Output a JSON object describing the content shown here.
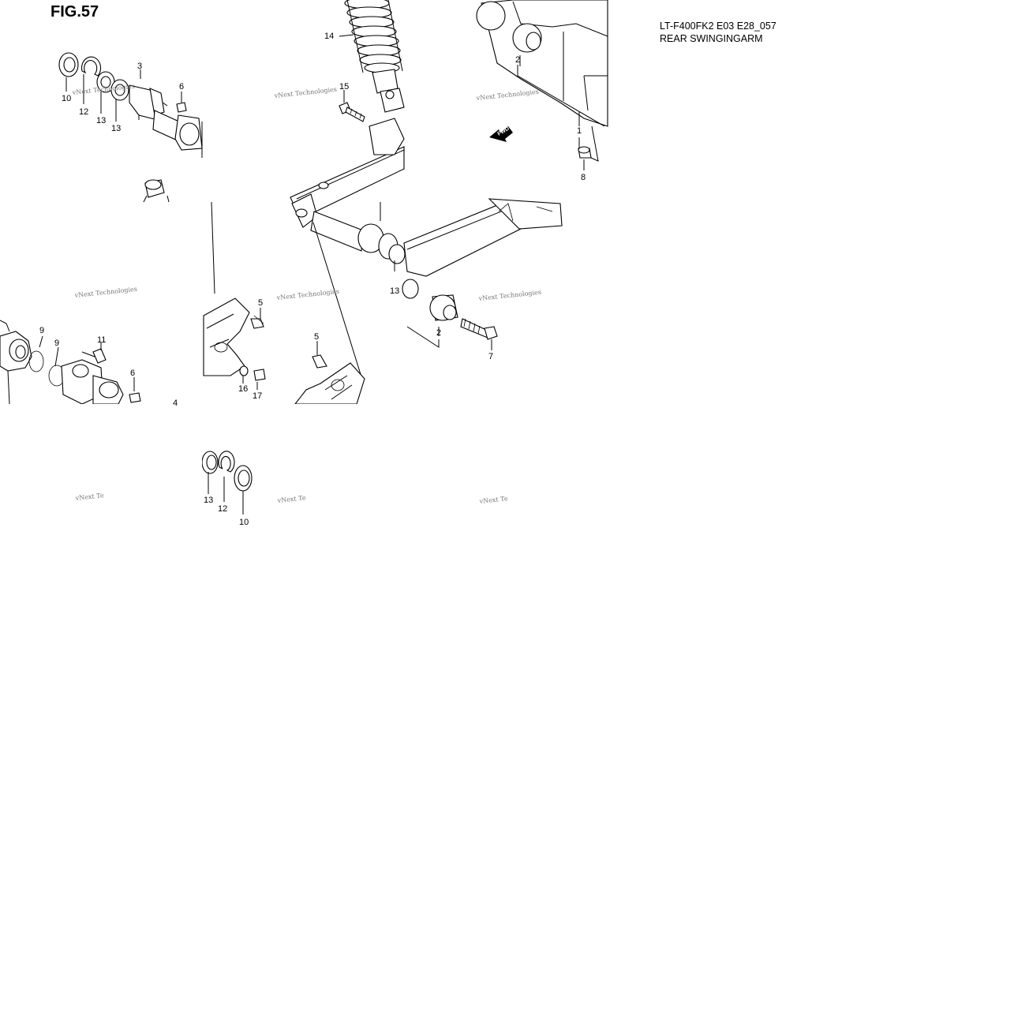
{
  "figure": {
    "title": "FIG.57",
    "model_code": "LT-F400FK2 E03 E28_057",
    "section_name": "REAR SWINGINGARM"
  },
  "watermark_text": "vNext Technologies",
  "watermark_partial": "vNext Te",
  "fwd_label": "FWD",
  "callouts": [
    "1",
    "2",
    "3",
    "5",
    "6",
    "7",
    "8",
    "9",
    "10",
    "11",
    "12",
    "13",
    "14",
    "15",
    "16",
    "17",
    "4"
  ]
}
